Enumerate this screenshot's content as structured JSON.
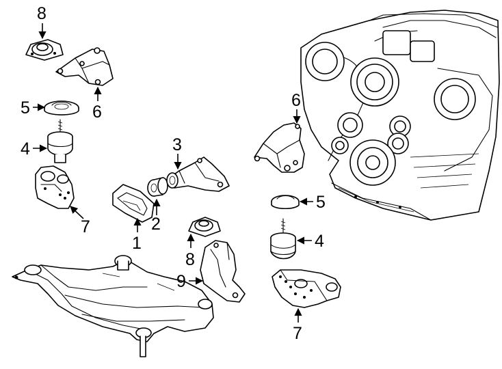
{
  "callouts": [
    {
      "id": "c1",
      "label": "1"
    },
    {
      "id": "c2",
      "label": "2"
    },
    {
      "id": "c3",
      "label": "3"
    },
    {
      "id": "c4a",
      "label": "4"
    },
    {
      "id": "c4b",
      "label": "4"
    },
    {
      "id": "c5a",
      "label": "5"
    },
    {
      "id": "c5b",
      "label": "5"
    },
    {
      "id": "c6a",
      "label": "6"
    },
    {
      "id": "c6b",
      "label": "6"
    },
    {
      "id": "c7a",
      "label": "7"
    },
    {
      "id": "c7b",
      "label": "7"
    },
    {
      "id": "c8a",
      "label": "8"
    },
    {
      "id": "c8b",
      "label": "8"
    },
    {
      "id": "c9",
      "label": "9"
    }
  ]
}
